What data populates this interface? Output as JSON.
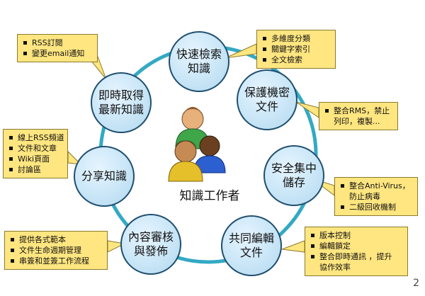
{
  "center_label": "知識工作者",
  "page_number": "2",
  "nodes": {
    "search": "快速檢索\n知識",
    "protect": "保護機密\n文件",
    "storage": "安全集中\n儲存",
    "collab": "共同編輯\n文件",
    "review": "內容審核\n與發佈",
    "share": "分享知識",
    "instant": "即時取得\n最新知識"
  },
  "callouts": {
    "search": [
      "多維度分類",
      "關鍵字索引",
      "全文檢索"
    ],
    "protect": [
      "整合RMS，禁止\n列印，複製..."
    ],
    "storage": [
      "整合Anti-Virus，\n防止病毒",
      "二級回收機制"
    ],
    "collab": [
      "版本控制",
      "編輯鎖定",
      "整合即時通訊 ，提升\n協作效率"
    ],
    "review": [
      "提供各式範本",
      "文件生命週期管理",
      "串簽和並簽工作流程"
    ],
    "share": [
      "線上RSS頻道",
      "文件和文章",
      "Wiki頁面",
      "討論區"
    ],
    "instant": [
      "RSS訂閱",
      "變更email通知"
    ]
  },
  "colors": {
    "ring": "#33a9c4",
    "node_border": "#1f4f6f",
    "callout_fill": "#ffe680"
  },
  "center_icon": "people-group-icon"
}
